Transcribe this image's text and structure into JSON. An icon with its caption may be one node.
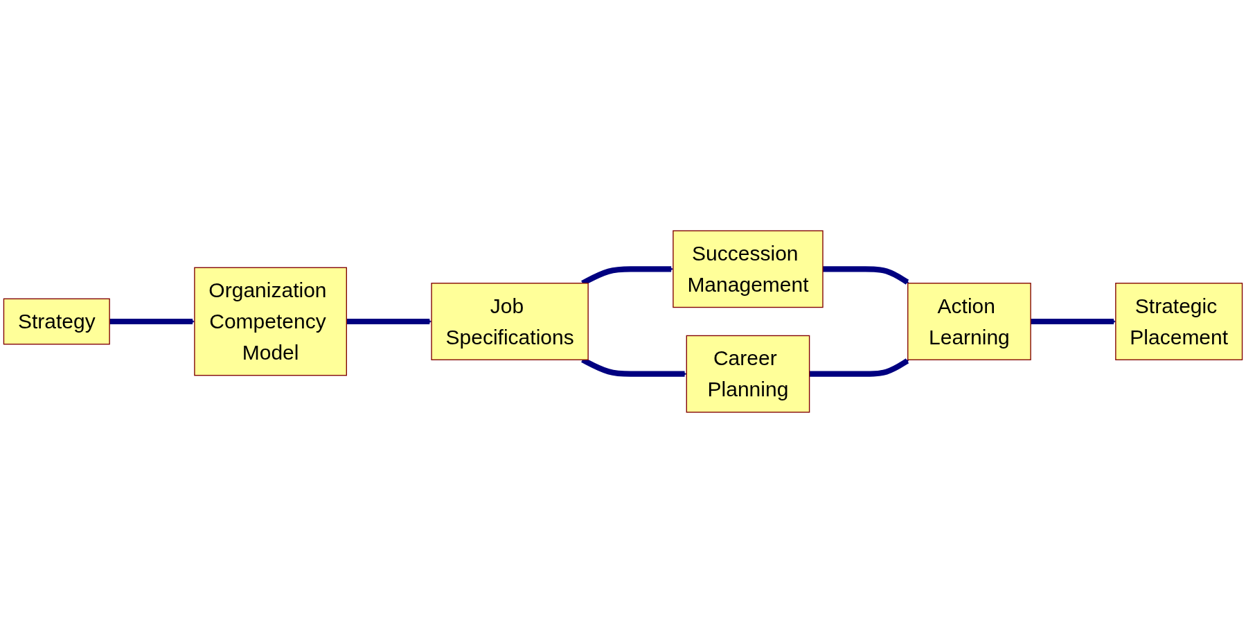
{
  "diagram": {
    "nodes": [
      {
        "text": [
          "Strategy"
        ]
      },
      {
        "text": [
          "Organization Competency Model"
        ]
      },
      {
        "text": [
          "Job Specifications"
        ]
      },
      {
        "text": [
          "Succession Management"
        ]
      },
      {
        "text": [
          "Career Planning"
        ]
      },
      {
        "text": [
          "Action Learning"
        ]
      },
      {
        "text": [
          "Strategic Placement"
        ]
      }
    ],
    "edges": [
      {
        "from": 0,
        "to": 1,
        "arrow": "to"
      },
      {
        "from": 1,
        "to": 2,
        "arrow": "to"
      },
      {
        "from": 2,
        "to": 3,
        "arrow": "to"
      },
      {
        "from": 2,
        "to": 4,
        "arrow": "to"
      },
      {
        "from": 3,
        "to": 5,
        "arrow": "to"
      },
      {
        "from": 4,
        "to": 5,
        "arrow": "to"
      },
      {
        "from": 5,
        "to": 6,
        "arrow": "to"
      }
    ]
  }
}
